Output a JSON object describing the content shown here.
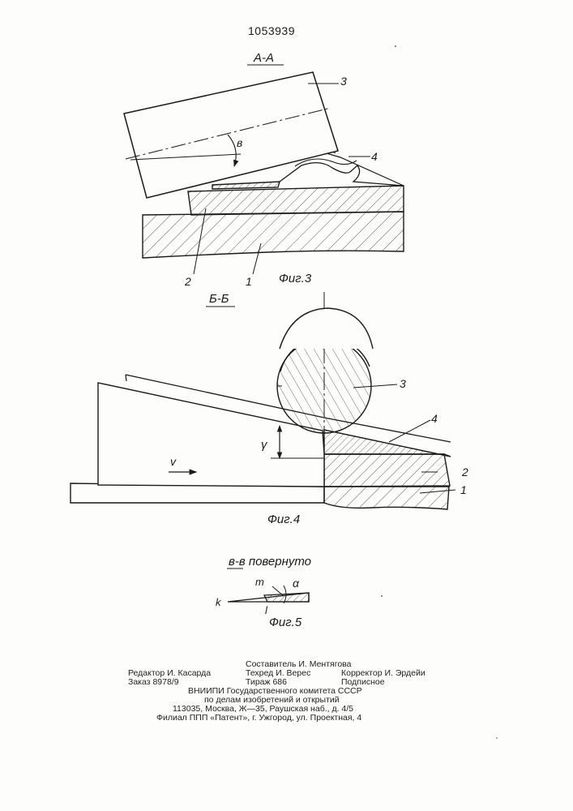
{
  "document_number": "1053939",
  "figures": [
    {
      "section_label": "А-А",
      "caption": "Фиг.3",
      "part_labels": [
        "3",
        "4",
        "2",
        "1"
      ],
      "angle_label": "в"
    },
    {
      "section_label": "Б-Б",
      "caption": "Фиг.4",
      "part_labels": [
        "3",
        "4",
        "2",
        "1"
      ],
      "angle_label": "γ",
      "motion_label": "v"
    },
    {
      "section_label": "в-в повернуто",
      "caption": "Фиг.5",
      "point_labels": [
        "k",
        "m",
        "l"
      ],
      "angle_label": "α"
    }
  ],
  "imprint": {
    "compiler": "Составитель И. Ментягова",
    "editor": "Редактор И. Касарда",
    "techred": "Техред И. Верес",
    "corrector": "Корректор И. Эрдейи",
    "order": "Заказ 8978/9",
    "circulation": "Тираж 686",
    "subscription": "Подписное",
    "institute": "ВНИИПИ Государственного комитета СССР",
    "institute_sub": "по делам изобретений и открытий",
    "address": "113035, Москва, Ж—35, Раушская наб., д. 4/5",
    "branch": "Филиал ППП «Патент», г. Ужгород, ул. Проектная, 4"
  }
}
